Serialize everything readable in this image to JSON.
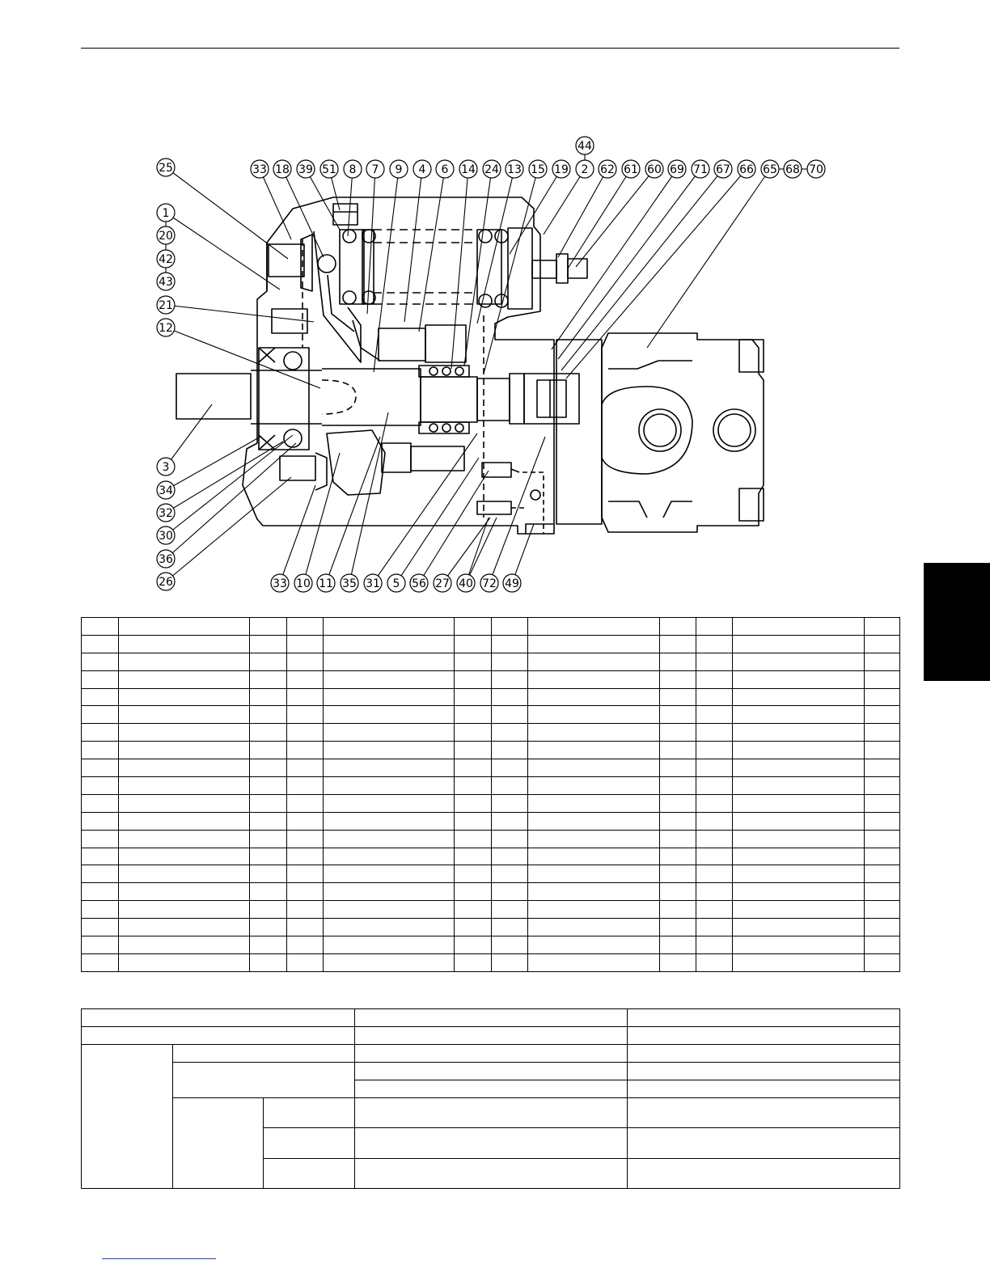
{
  "diagram": {
    "top_labels": [
      "33",
      "18",
      "39",
      "51",
      "8",
      "7",
      "9",
      "4",
      "6",
      "14",
      "24",
      "13",
      "15",
      "19",
      "2",
      "62",
      "61",
      "60",
      "69",
      "71",
      "67",
      "66",
      "65",
      "68",
      "70"
    ],
    "top_extra_label": "44",
    "left_labels": [
      "25",
      "1",
      "20",
      "42",
      "43",
      "21",
      "12",
      "3",
      "34",
      "32",
      "30",
      "36",
      "26"
    ],
    "bottom_labels": [
      "33",
      "10",
      "11",
      "35",
      "31",
      "5",
      "56",
      "27",
      "40",
      "72",
      "49"
    ]
  },
  "parts_table": {
    "rows": [
      [
        "",
        "",
        "",
        "",
        "",
        "",
        "",
        "",
        "",
        "",
        "",
        ""
      ],
      [
        "",
        "",
        "",
        "",
        "",
        "",
        "",
        "",
        "",
        "",
        "",
        ""
      ],
      [
        "",
        "",
        "",
        "",
        "",
        "",
        "",
        "",
        "",
        "",
        "",
        ""
      ],
      [
        "",
        "",
        "",
        "",
        "",
        "",
        "",
        "",
        "",
        "",
        "",
        ""
      ],
      [
        "",
        "",
        "",
        "",
        "",
        "",
        "",
        "",
        "",
        "",
        "",
        ""
      ],
      [
        "",
        "",
        "",
        "",
        "",
        "",
        "",
        "",
        "",
        "",
        "",
        ""
      ],
      [
        "",
        "",
        "",
        "",
        "",
        "",
        "",
        "",
        "",
        "",
        "",
        ""
      ],
      [
        "",
        "",
        "",
        "",
        "",
        "",
        "",
        "",
        "",
        "",
        "",
        ""
      ],
      [
        "",
        "",
        "",
        "",
        "",
        "",
        "",
        "",
        "",
        "",
        "",
        ""
      ],
      [
        "",
        "",
        "",
        "",
        "",
        "",
        "",
        "",
        "",
        "",
        "",
        ""
      ],
      [
        "",
        "",
        "",
        "",
        "",
        "",
        "",
        "",
        "",
        "",
        "",
        ""
      ],
      [
        "",
        "",
        "",
        "",
        "",
        "",
        "",
        "",
        "",
        "",
        "",
        ""
      ],
      [
        "",
        "",
        "",
        "",
        "",
        "",
        "",
        "",
        "",
        "",
        "",
        ""
      ],
      [
        "",
        "",
        "",
        "",
        "",
        "",
        "",
        "",
        "",
        "",
        "",
        ""
      ],
      [
        "",
        "",
        "",
        "",
        "",
        "",
        "",
        "",
        "",
        "",
        "",
        ""
      ],
      [
        "",
        "",
        "",
        "",
        "",
        "",
        "",
        "",
        "",
        "",
        "",
        ""
      ],
      [
        "",
        "",
        "",
        "",
        "",
        "",
        "",
        "",
        "",
        "",
        "",
        ""
      ],
      [
        "",
        "",
        "",
        "",
        "",
        "",
        "",
        "",
        "",
        "",
        "",
        ""
      ],
      [
        "",
        "",
        "",
        "",
        "",
        "",
        "",
        "",
        "",
        "",
        "",
        ""
      ],
      [
        "",
        "",
        "",
        "",
        "",
        "",
        "",
        "",
        "",
        "",
        "",
        ""
      ]
    ]
  },
  "spec_table": {
    "header": [
      "",
      "",
      ""
    ],
    "row2": [
      "",
      "",
      ""
    ],
    "group_label": "",
    "row3": [
      "",
      "",
      ""
    ],
    "row4_label": "",
    "row4a": [
      "",
      ""
    ],
    "row4b": [
      "",
      ""
    ],
    "sub_label": "",
    "sub_rows": [
      [
        "",
        "",
        ""
      ],
      [
        "",
        "",
        ""
      ],
      [
        "",
        "",
        ""
      ]
    ]
  }
}
